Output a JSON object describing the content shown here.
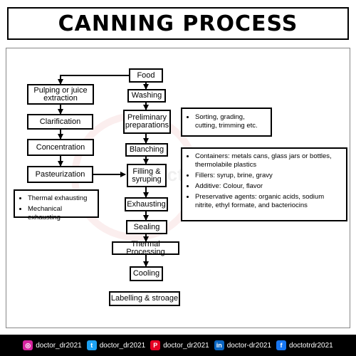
{
  "title": "CANNING PROCESS",
  "watermark": "Doctor",
  "nodes": {
    "food": "Food",
    "washing": "Washing",
    "preliminary": "Preliminary\npreparations",
    "blanching": "Blanching",
    "filling": "Filling &\nsyruping",
    "exhausting": "Exhausting",
    "sealing": "Sealing",
    "thermal": "Thermal Processing",
    "cooling": "Cooling",
    "labelling": "Labelling & stroage",
    "pulping": "Pulping or juice\nextraction",
    "clarification": "Clarification",
    "concentration": "Concentration",
    "pasteurization": "Pasteurization"
  },
  "notes": {
    "sorting": [
      "Sorting, grading,\ncutting, trimming etc."
    ],
    "filling": [
      "Containers: metals cans, glass jars or bottles, thermolabile plastics",
      "Fillers: syrup, brine, gravy",
      "Additive: Colour, flavor",
      "Preservative agents: organic acids, sodium nitrite, ethyl formate, and bacteriocins"
    ],
    "exhaust": [
      "Thermal exhausting",
      "Mechanical exhausting"
    ]
  },
  "footer": [
    {
      "icon": "instagram-icon",
      "color": "#d6249f",
      "glyph": "◎",
      "label": "doctor_dr2021"
    },
    {
      "icon": "twitter-icon",
      "color": "#1da1f2",
      "glyph": "t",
      "label": "doctor_dr2021"
    },
    {
      "icon": "pinterest-icon",
      "color": "#e60023",
      "glyph": "P",
      "label": "doctor_dr2021"
    },
    {
      "icon": "linkedin-icon",
      "color": "#0a66c2",
      "glyph": "in",
      "label": "doctor-dr2021"
    },
    {
      "icon": "facebook-icon",
      "color": "#1877f2",
      "glyph": "f",
      "label": "doctotrdr2021"
    }
  ]
}
